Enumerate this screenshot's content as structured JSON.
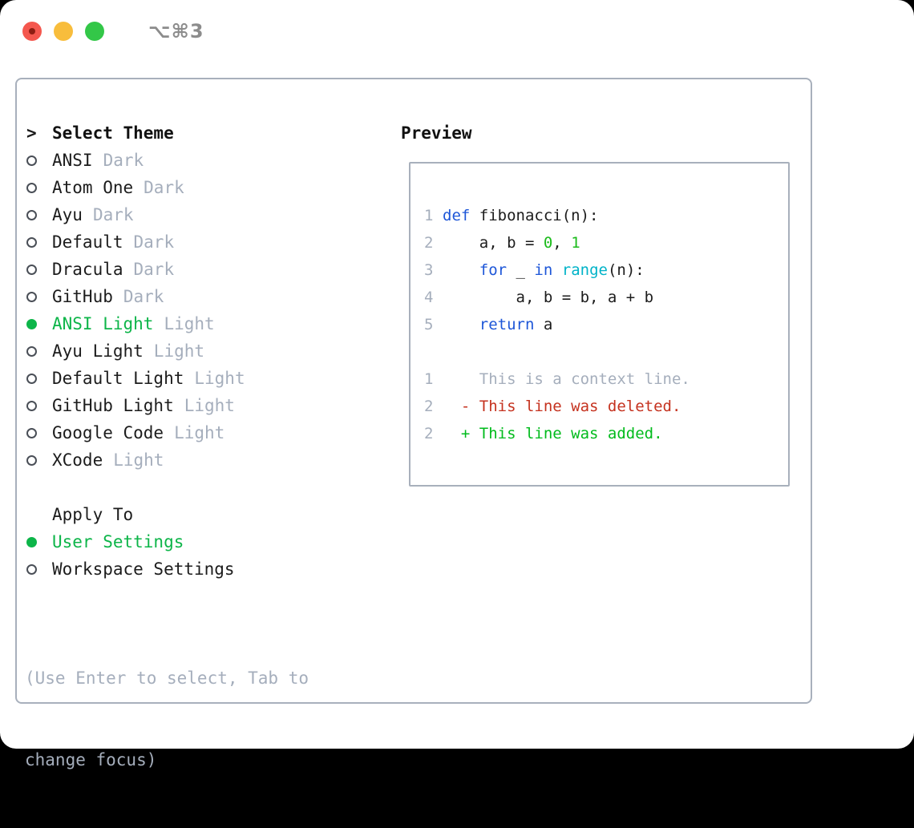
{
  "window": {
    "title": "⌥⌘3",
    "traffic_lights": [
      "close",
      "minimize",
      "zoom"
    ]
  },
  "colors": {
    "foreground": "#1c1c1c",
    "muted": "#a5aebc",
    "panel_border": "#a8b0bc",
    "selection_green": "#0db549",
    "keyword_blue": "#1d56d8",
    "builtin_cyan": "#00b3c8",
    "number_green": "#1bbb1b",
    "diff_added_green": "#00bb1c",
    "diff_deleted_red": "#c5321f",
    "traffic_red": "#f4574e",
    "traffic_yellow": "#f8bd3c",
    "traffic_green": "#33c748"
  },
  "theme_panel": {
    "header": {
      "marker": ">",
      "label": "Select Theme"
    },
    "themes": [
      {
        "name": "ANSI",
        "variant": "Dark",
        "selected": false
      },
      {
        "name": "Atom One",
        "variant": "Dark",
        "selected": false
      },
      {
        "name": "Ayu",
        "variant": "Dark",
        "selected": false
      },
      {
        "name": "Default",
        "variant": "Dark",
        "selected": false
      },
      {
        "name": "Dracula",
        "variant": "Dark",
        "selected": false
      },
      {
        "name": "GitHub",
        "variant": "Dark",
        "selected": false
      },
      {
        "name": "ANSI Light",
        "variant": "Light",
        "selected": true
      },
      {
        "name": "Ayu Light",
        "variant": "Light",
        "selected": false
      },
      {
        "name": "Default Light",
        "variant": "Light",
        "selected": false
      },
      {
        "name": "GitHub Light",
        "variant": "Light",
        "selected": false
      },
      {
        "name": "Google Code",
        "variant": "Light",
        "selected": false
      },
      {
        "name": "XCode",
        "variant": "Light",
        "selected": false
      }
    ],
    "apply_to": {
      "label": "Apply To",
      "options": [
        {
          "name": "User Settings",
          "selected": true
        },
        {
          "name": "Workspace Settings",
          "selected": false
        }
      ]
    },
    "hint_lines": [
      "(Use Enter to select, Tab to",
      "change focus)"
    ]
  },
  "preview": {
    "label": "Preview",
    "lines": [
      {
        "num": "",
        "segments": []
      },
      {
        "num": "1",
        "segments": [
          {
            "text": "def",
            "color": "blue"
          },
          {
            "text": " fibonacci(n):",
            "color": "fg"
          }
        ]
      },
      {
        "num": "2",
        "segments": [
          {
            "text": "    a, b = ",
            "color": "fg"
          },
          {
            "text": "0",
            "color": "green"
          },
          {
            "text": ", ",
            "color": "fg"
          },
          {
            "text": "1",
            "color": "green"
          }
        ]
      },
      {
        "num": "3",
        "segments": [
          {
            "text": "    ",
            "color": "fg"
          },
          {
            "text": "for",
            "color": "blue"
          },
          {
            "text": " _ ",
            "color": "fg"
          },
          {
            "text": "in",
            "color": "blue"
          },
          {
            "text": " ",
            "color": "fg"
          },
          {
            "text": "range",
            "color": "cyan"
          },
          {
            "text": "(n):",
            "color": "fg"
          }
        ]
      },
      {
        "num": "4",
        "segments": [
          {
            "text": "        a, b = b, a + b",
            "color": "fg"
          }
        ]
      },
      {
        "num": "5",
        "segments": [
          {
            "text": "    ",
            "color": "fg"
          },
          {
            "text": "return",
            "color": "blue"
          },
          {
            "text": " a",
            "color": "fg"
          }
        ]
      },
      {
        "num": "",
        "segments": []
      },
      {
        "num": "1",
        "segments": [
          {
            "text": "    This is a context line.",
            "color": "gray"
          }
        ]
      },
      {
        "num": "2",
        "segments": [
          {
            "text": "  - This line was deleted.",
            "color": "red"
          }
        ]
      },
      {
        "num": "2",
        "segments": [
          {
            "text": "  + This line was added.",
            "color": "addgreen"
          }
        ]
      }
    ]
  }
}
